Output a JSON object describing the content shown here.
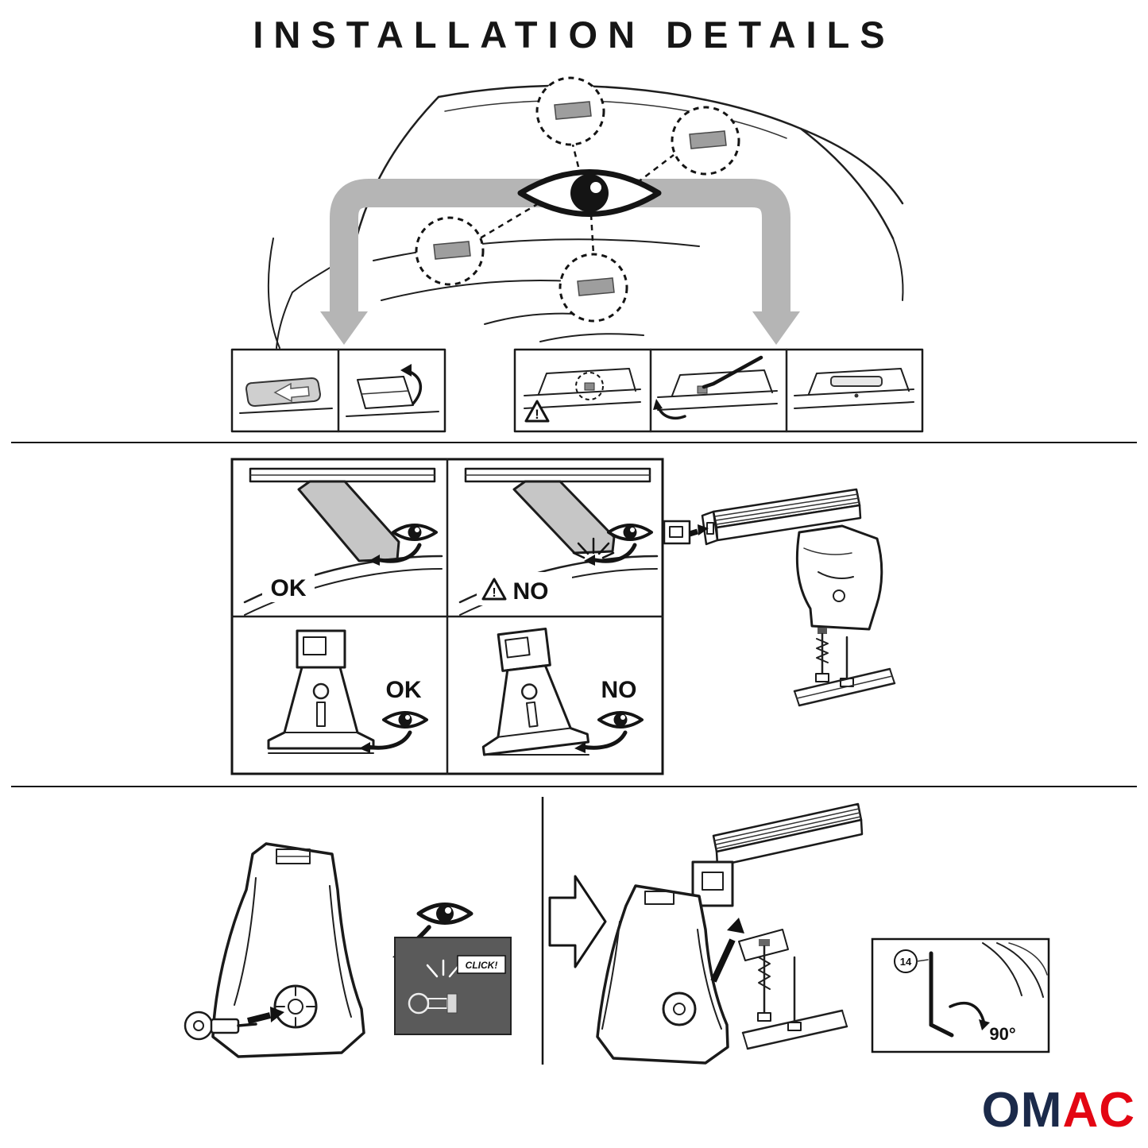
{
  "page": {
    "title": "INSTALLATION DETAILS"
  },
  "colors": {
    "ink": "#1a1a1a",
    "locator_arrow_gray": "#b5b5b5",
    "fixpoint_cover_gray": "#9e9e9e",
    "clamp_gray": "#c6c6c6",
    "click_panel_dark": "#5a5a5a",
    "logo_navy": "#1b2a4a",
    "logo_red": "#e30613"
  },
  "checks": {
    "flush_ok_label": "OK",
    "gap_no_label": "NO",
    "foot_ok_label": "OK",
    "foot_no_label": "NO",
    "warning_mark": "!"
  },
  "steps": {
    "click_label": "CLICK!",
    "key_size": "14",
    "rotation": "90°"
  },
  "logo": {
    "om": "OM",
    "ac": "AC"
  }
}
